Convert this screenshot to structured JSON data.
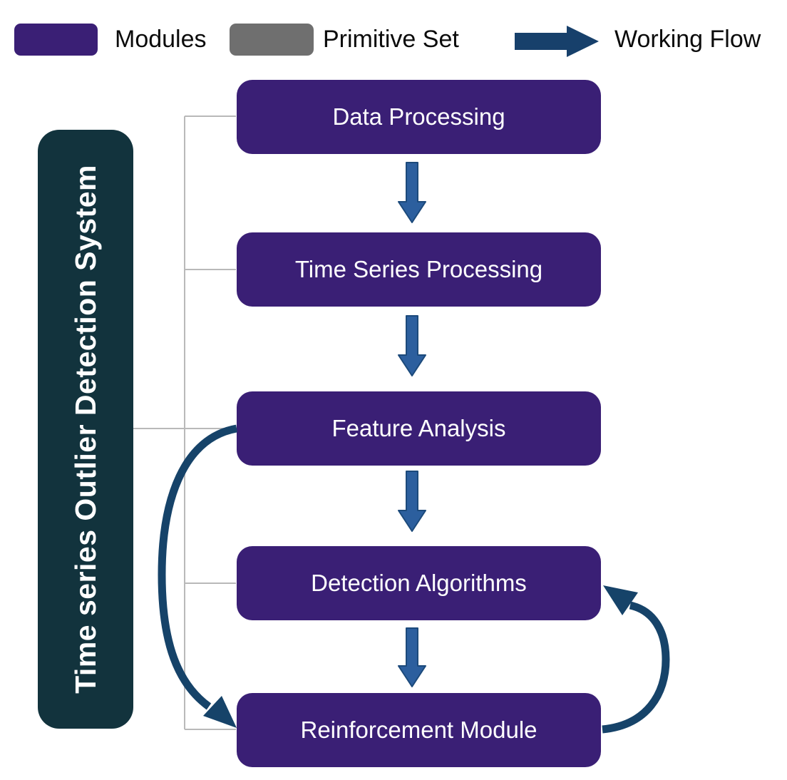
{
  "legend": {
    "items": [
      {
        "label": "Modules",
        "swatch": "rounded-rect",
        "color": "#3A1F75"
      },
      {
        "label": "Primitive Set",
        "swatch": "rounded-rect",
        "color": "#6F6F6F"
      },
      {
        "label": "Working Flow",
        "swatch": "arrow",
        "color": "#17406B"
      }
    ]
  },
  "system_label": "Time series Outlier Detection System",
  "modules": [
    {
      "label": "Data Processing"
    },
    {
      "label": "Time Series Processing"
    },
    {
      "label": "Feature Analysis"
    },
    {
      "label": "Detection Algorithms"
    },
    {
      "label": "Reinforcement Module"
    }
  ],
  "flows": {
    "sequence": [
      "Data Processing",
      "Time Series Processing",
      "Feature Analysis",
      "Detection Algorithms",
      "Reinforcement Module"
    ],
    "feedback": [
      {
        "from": "Feature Analysis",
        "to": "Reinforcement Module",
        "side": "left"
      },
      {
        "from": "Reinforcement Module",
        "to": "Detection Algorithms",
        "side": "right"
      }
    ]
  },
  "colors": {
    "module_fill": "#3A1F75",
    "primitive_fill": "#6F6F6F",
    "system_box_fill": "#12333D",
    "straight_arrow": "#2C5F9E",
    "feedback_arrow": "#164369",
    "connector_line": "#B9B9B9",
    "label_text": "#FFFFFF",
    "legend_text": "#0B0B0B"
  }
}
